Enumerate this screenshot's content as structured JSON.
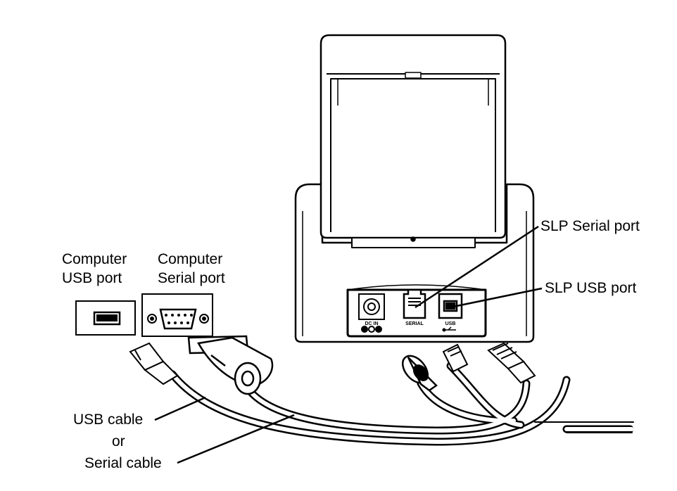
{
  "labels": {
    "computer_usb_port_line1": "Computer",
    "computer_usb_port_line2": "USB port",
    "computer_serial_port_line1": "Computer",
    "computer_serial_port_line2": "Serial port",
    "slp_serial_port": "SLP Serial port",
    "slp_usb_port": "SLP USB port",
    "usb_cable": "USB cable",
    "or": "or",
    "serial_cable": "Serial cable"
  },
  "port_marks": {
    "dc_in": "DC IN",
    "serial": "SERIAL",
    "usb": "USB"
  }
}
